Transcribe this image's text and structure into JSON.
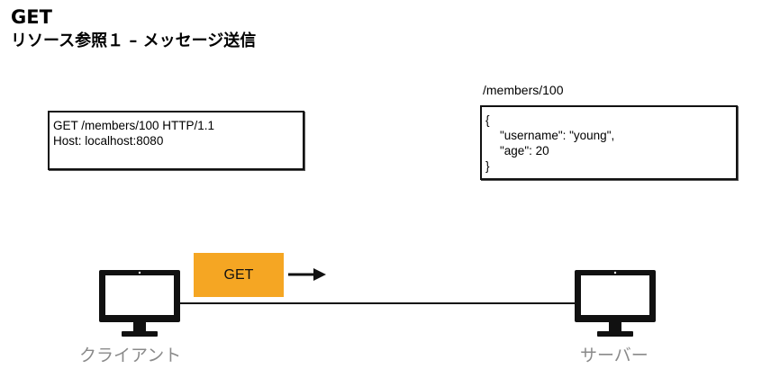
{
  "slide": {
    "title": "GET",
    "subtitle": "リソース参照１ – メッセージ送信"
  },
  "request": {
    "lines": [
      "GET /members/100 HTTP/1.1",
      "Host: localhost:8080"
    ]
  },
  "resource": {
    "path": "/members/100",
    "json_lines": [
      "{",
      "\"username\": \"young\",",
      "\"age\": 20",
      "}"
    ]
  },
  "message": {
    "method": "GET"
  },
  "nodes": {
    "client": "クライアント",
    "server": "サーバー"
  },
  "colors": {
    "badge": "#f5a623",
    "node_label": "#8a8a8a"
  },
  "icons": {
    "client": "monitor-icon",
    "server": "monitor-icon",
    "direction": "arrow-right-icon"
  }
}
